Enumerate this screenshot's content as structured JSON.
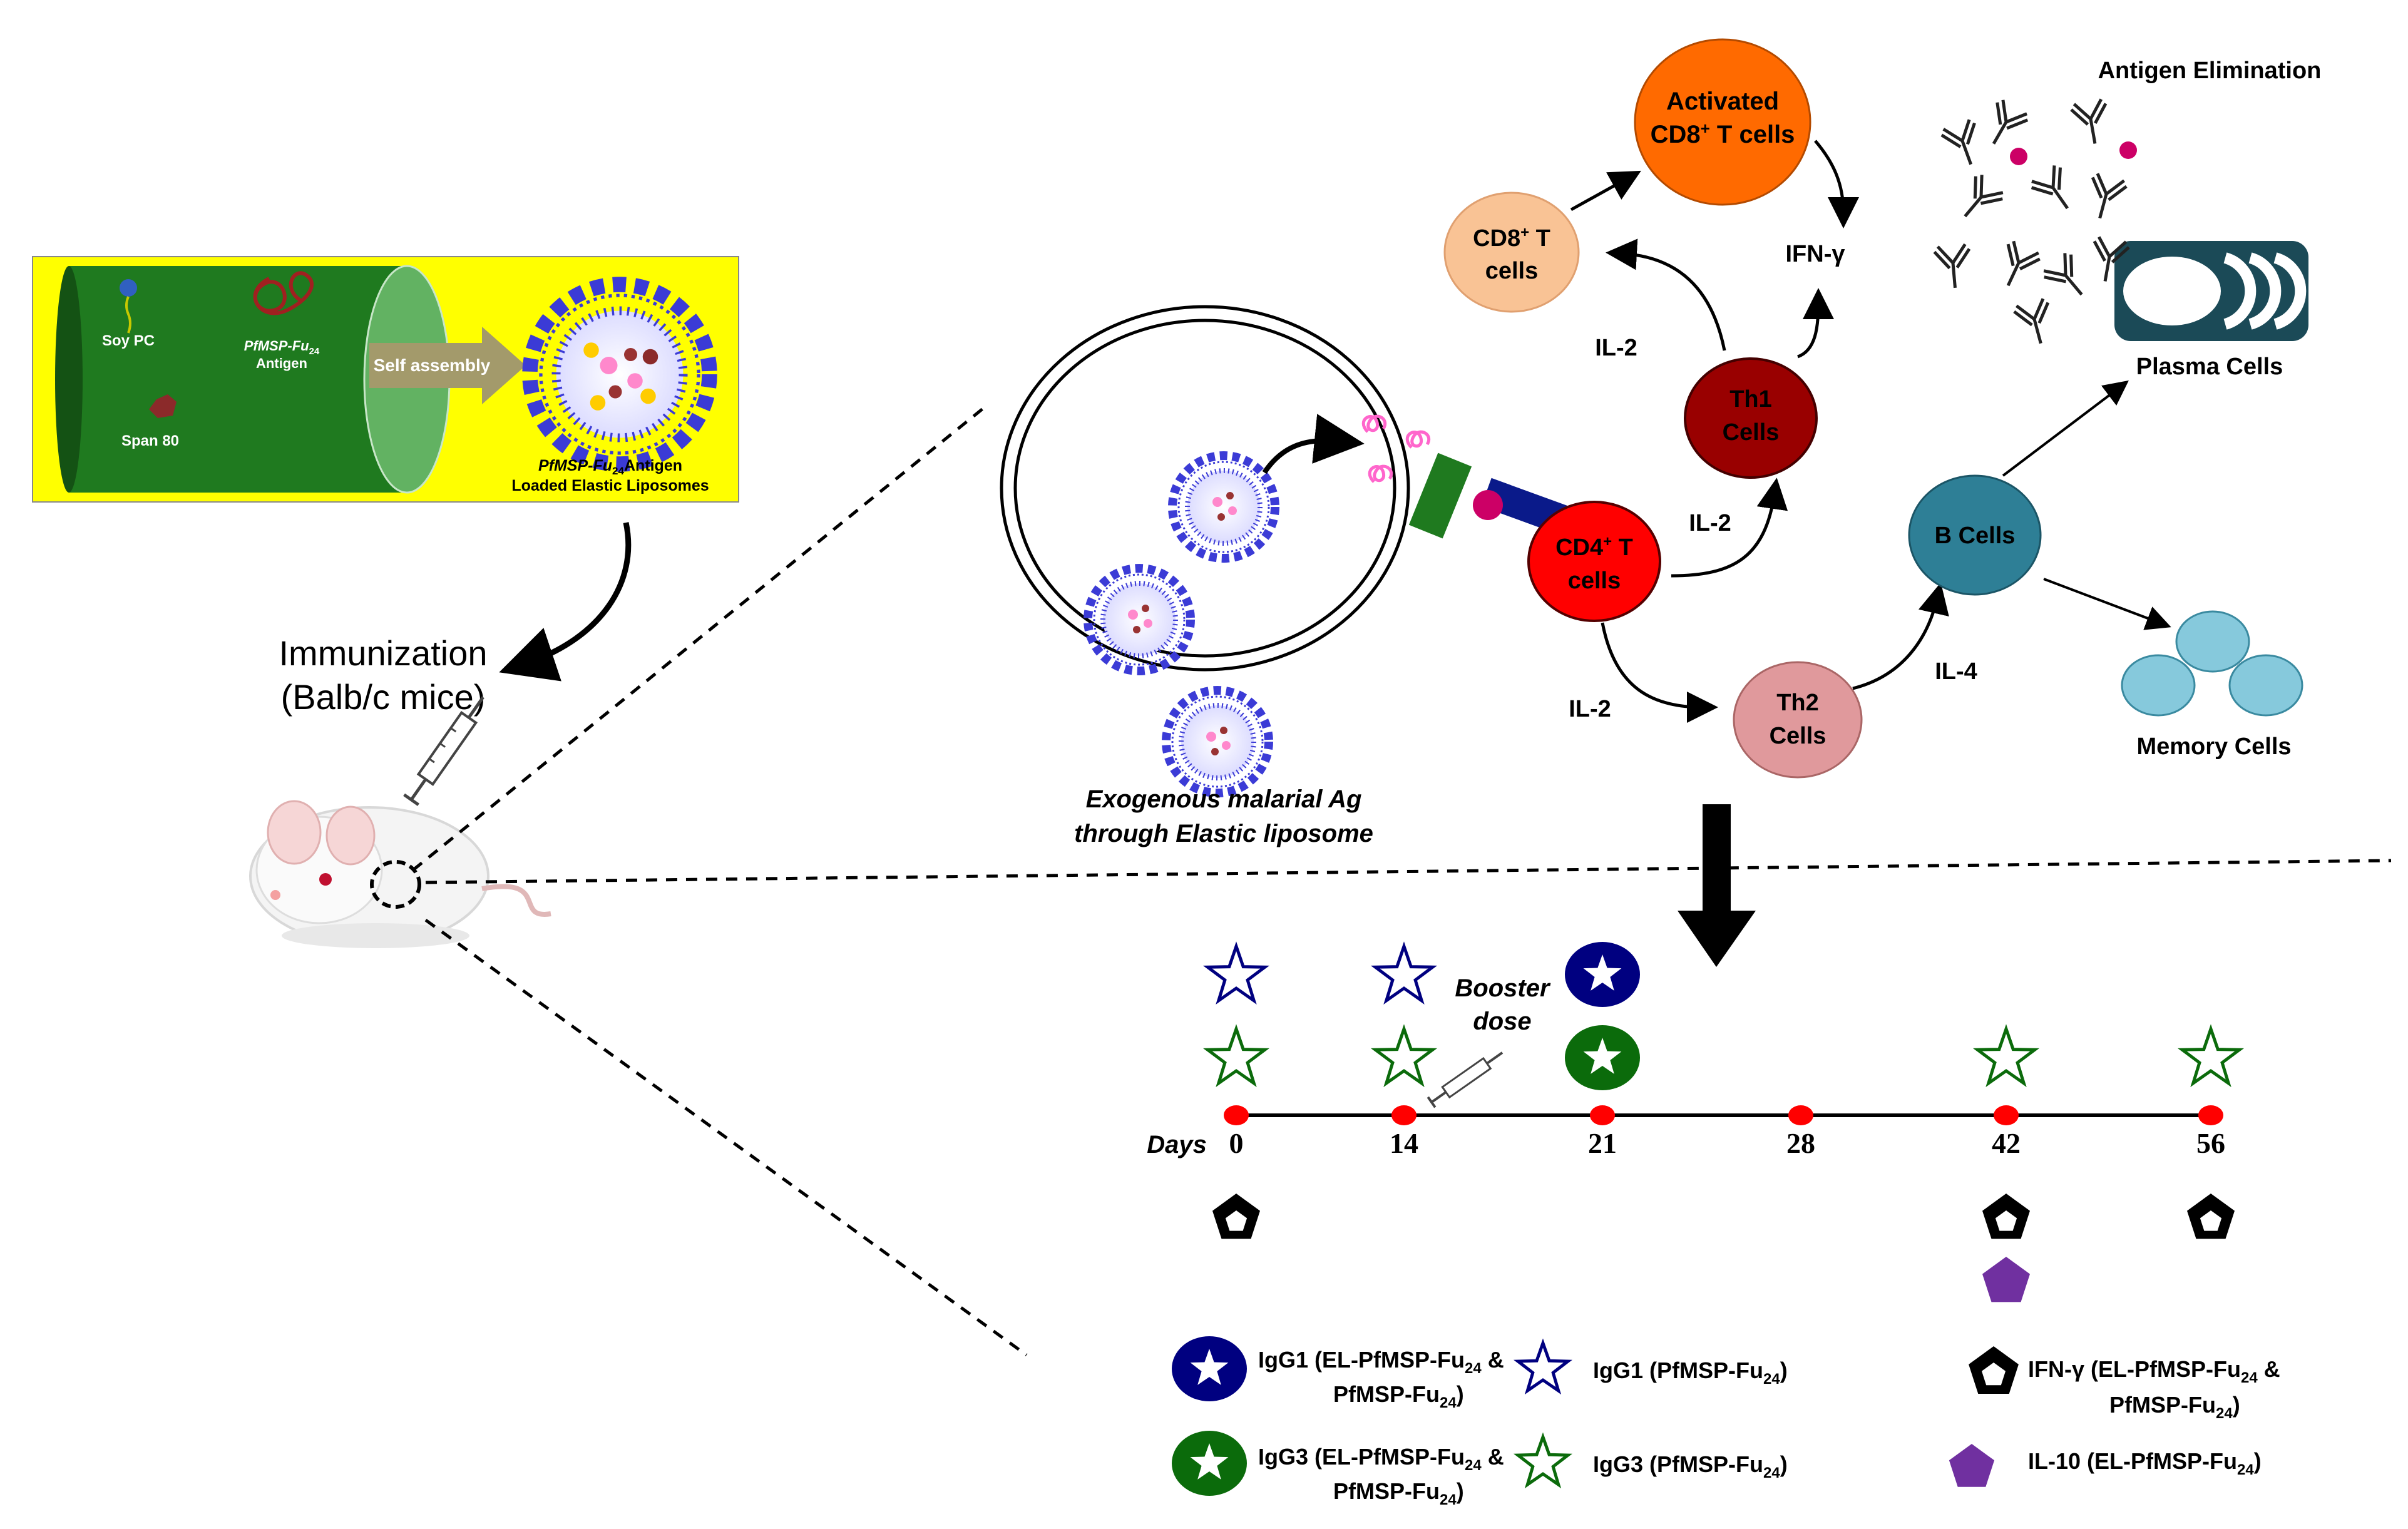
{
  "inset": {
    "soy_pc": "Soy PC",
    "antigen_line1": "PfMSP-Fu",
    "antigen_sub": "24",
    "antigen_line2": "Antigen",
    "span80": "Span 80",
    "self_assembly": "Self assembly",
    "caption_line1": "PfMSP-Fu",
    "caption_sub": "24",
    "caption_line1_end": "Antigen",
    "caption_line2": "Loaded Elastic Liposomes",
    "colors": {
      "background": "#ffff00",
      "cylinder": "#1f7a1f",
      "arrow": "#a39a6b",
      "liposome": "#3b3bd6"
    }
  },
  "immunization": {
    "line1": "Immunization",
    "line2": "(Balb/c mice)"
  },
  "cell": {
    "caption_line1": "Exogenous malarial Ag",
    "caption_line2": "through Elastic liposome"
  },
  "nodes": {
    "cd8_activated": {
      "line1": "Activated",
      "line2_pre": "CD8",
      "line2_sup": "+",
      "line2_post": " T cells",
      "color": "#ff6a00"
    },
    "cd8": {
      "line1_pre": "CD8",
      "line1_sup": "+",
      "line1_post": " T",
      "line2": "cells",
      "color": "#f9c395"
    },
    "th1": {
      "line1": "Th1",
      "line2": "Cells",
      "color": "#990000"
    },
    "cd4": {
      "line1_pre": "CD4",
      "line1_sup": "+",
      "line1_post": " T",
      "line2": "cells",
      "color": "#ff0000"
    },
    "th2": {
      "line1": "Th2",
      "line2": "Cells",
      "color": "#e0999c"
    },
    "bcell": {
      "label": "B Cells",
      "color": "#2e7f96"
    },
    "plasma": {
      "label": "Plasma Cells",
      "color": "#1b4a57"
    },
    "memory": {
      "label": "Memory Cells",
      "color": "#86c9dc"
    },
    "antigen_elim": {
      "label": "Antigen Elimination"
    }
  },
  "cytokines": {
    "ifn": "IFN-γ",
    "il2_top": "IL-2",
    "il2_mid": "IL-2",
    "il2_low": "IL-2",
    "il4": "IL-4"
  },
  "timeline": {
    "days_label": "Days",
    "days": [
      "0",
      "14",
      "21",
      "28",
      "42",
      "56"
    ],
    "booster_line1": "Booster",
    "booster_line2": "dose"
  },
  "legend": {
    "igg1_el_line1_pre": "IgG1 (EL-PfMSP-Fu",
    "igg1_el_line1_sub": "24",
    "igg1_el_line1_post": " &",
    "igg1_el_line2_pre": "PfMSP-Fu",
    "igg1_el_line2_sub": "24",
    "igg1_el_line2_post": ")",
    "igg1_pre": "IgG1 (PfMSP-Fu",
    "igg1_sub": "24",
    "igg1_post": ")",
    "igg3_el_line1_pre": "IgG3 (EL-PfMSP-Fu",
    "igg3_el_line1_sub": "24",
    "igg3_el_line1_post": " &",
    "igg3_el_line2_pre": "PfMSP-Fu",
    "igg3_el_line2_sub": "24",
    "igg3_el_line2_post": ")",
    "igg3_pre": "IgG3 (PfMSP-Fu",
    "igg3_sub": "24",
    "igg3_post": ")",
    "ifn_line1_pre": "IFN-γ (EL-PfMSP-Fu",
    "ifn_line1_sub": "24",
    "ifn_line1_post": " &",
    "ifn_line2_pre": "PfMSP-Fu",
    "ifn_line2_sub": "24",
    "ifn_line2_post": ")",
    "il10_pre": "IL-10 (EL-PfMSP-Fu",
    "il10_sub": "24",
    "il10_post": ")",
    "colors": {
      "igg1": "#000080",
      "igg3": "#0b6b0b",
      "il10": "#7030a0",
      "marker": "#ff0000"
    }
  }
}
